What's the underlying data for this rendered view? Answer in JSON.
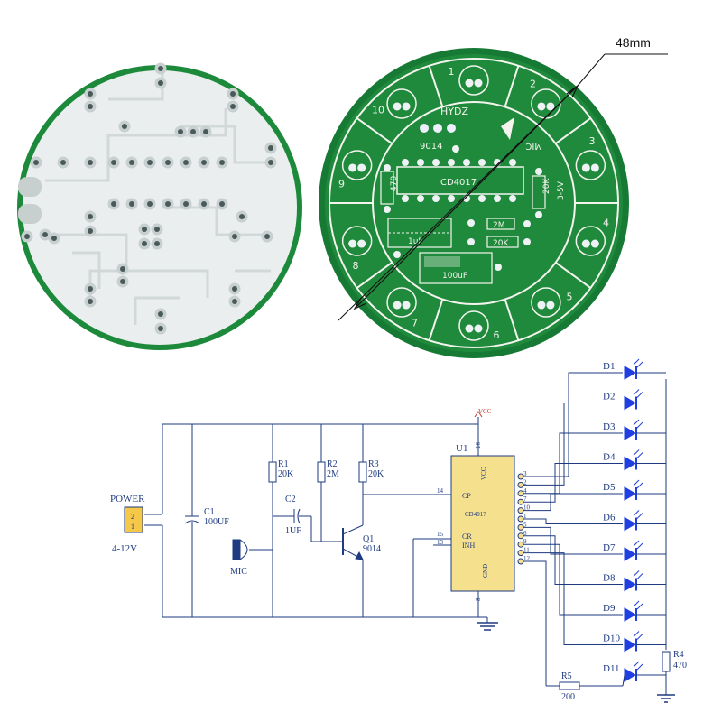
{
  "colors": {
    "pcb_green": "#1f8a3c",
    "pcb_dark": "#0f6a2a",
    "silk": "#f4f4ee",
    "board_back": "#e8ecec",
    "wire": "#1e3a80",
    "led": "#1f3fe0",
    "vcc": "#c0392b"
  },
  "pcb_front": {
    "dimension": "48mm",
    "brand": "HYDZ",
    "chip_label": "CD4017",
    "transistor_label": "9014",
    "mic_label": "MIC",
    "r_470": "470",
    "r_20k_v": "20K",
    "r_2m": "2M",
    "r_20k_h": "20K",
    "cap_1uf": "1uF",
    "cap_100uf": "100uF",
    "voltage": "3-5V",
    "led_numbers": [
      "1",
      "2",
      "3",
      "4",
      "5",
      "6",
      "7",
      "8",
      "9",
      "10"
    ]
  },
  "schematic": {
    "power_label": "POWER",
    "power_pins": [
      "2",
      "1"
    ],
    "power_range": "4-12V",
    "c1_name": "C1",
    "c1_value": "100UF",
    "c2_name": "C2",
    "c2_value": "1UF",
    "r1_name": "R1",
    "r1_value": "20K",
    "r2_name": "R2",
    "r2_value": "2M",
    "r3_name": "R3",
    "r3_value": "20K",
    "mic_label": "MIC",
    "q1_name": "Q1",
    "q1_value": "9014",
    "vcc_label": "VCC",
    "u1_name": "U1",
    "u1_chip": "CD4017",
    "u1_vcc": "VCC",
    "u1_cp": "CP",
    "u1_cr": "CR",
    "u1_inh": "INH",
    "u1_gnd": "GND",
    "pin_16": "16",
    "pin_14": "14",
    "pin_15": "15",
    "pin_13": "13",
    "pin_8": "8",
    "output_pins": [
      "3",
      "2",
      "4",
      "7",
      "10",
      "1",
      "5",
      "6",
      "9",
      "11",
      "12"
    ],
    "leds": [
      "D1",
      "D2",
      "D3",
      "D4",
      "D5",
      "D6",
      "D7",
      "D8",
      "D9",
      "D10",
      "D11"
    ],
    "r4_name": "R4",
    "r4_value": "470",
    "r5_name": "R5",
    "r5_value": "200"
  }
}
